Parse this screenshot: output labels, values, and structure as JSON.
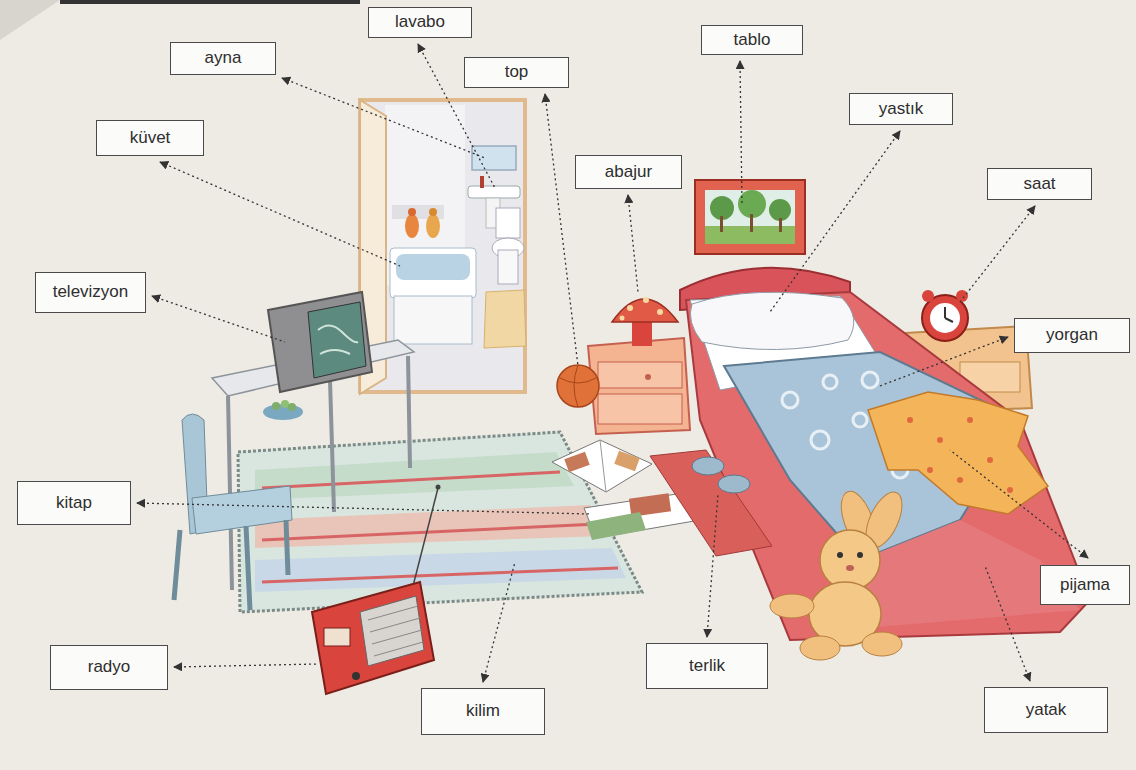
{
  "diagram": {
    "nodes": [
      {
        "text": [
          "lavabo"
        ]
      },
      {
        "text": [
          "tablo"
        ]
      },
      {
        "text": [
          "ayna"
        ]
      },
      {
        "text": [
          "top"
        ]
      },
      {
        "text": [
          "yastık"
        ]
      },
      {
        "text": [
          "küvet"
        ]
      },
      {
        "text": [
          "abajur"
        ]
      },
      {
        "text": [
          "saat"
        ]
      },
      {
        "text": [
          "televizyon"
        ]
      },
      {
        "text": [
          "yorgan"
        ]
      },
      {
        "text": [
          "kitap"
        ]
      },
      {
        "text": [
          "pijama"
        ]
      },
      {
        "text": [
          "radyo"
        ]
      },
      {
        "text": [
          "terlik"
        ]
      },
      {
        "text": [
          "kilim"
        ]
      },
      {
        "text": [
          "yatak"
        ]
      }
    ]
  }
}
